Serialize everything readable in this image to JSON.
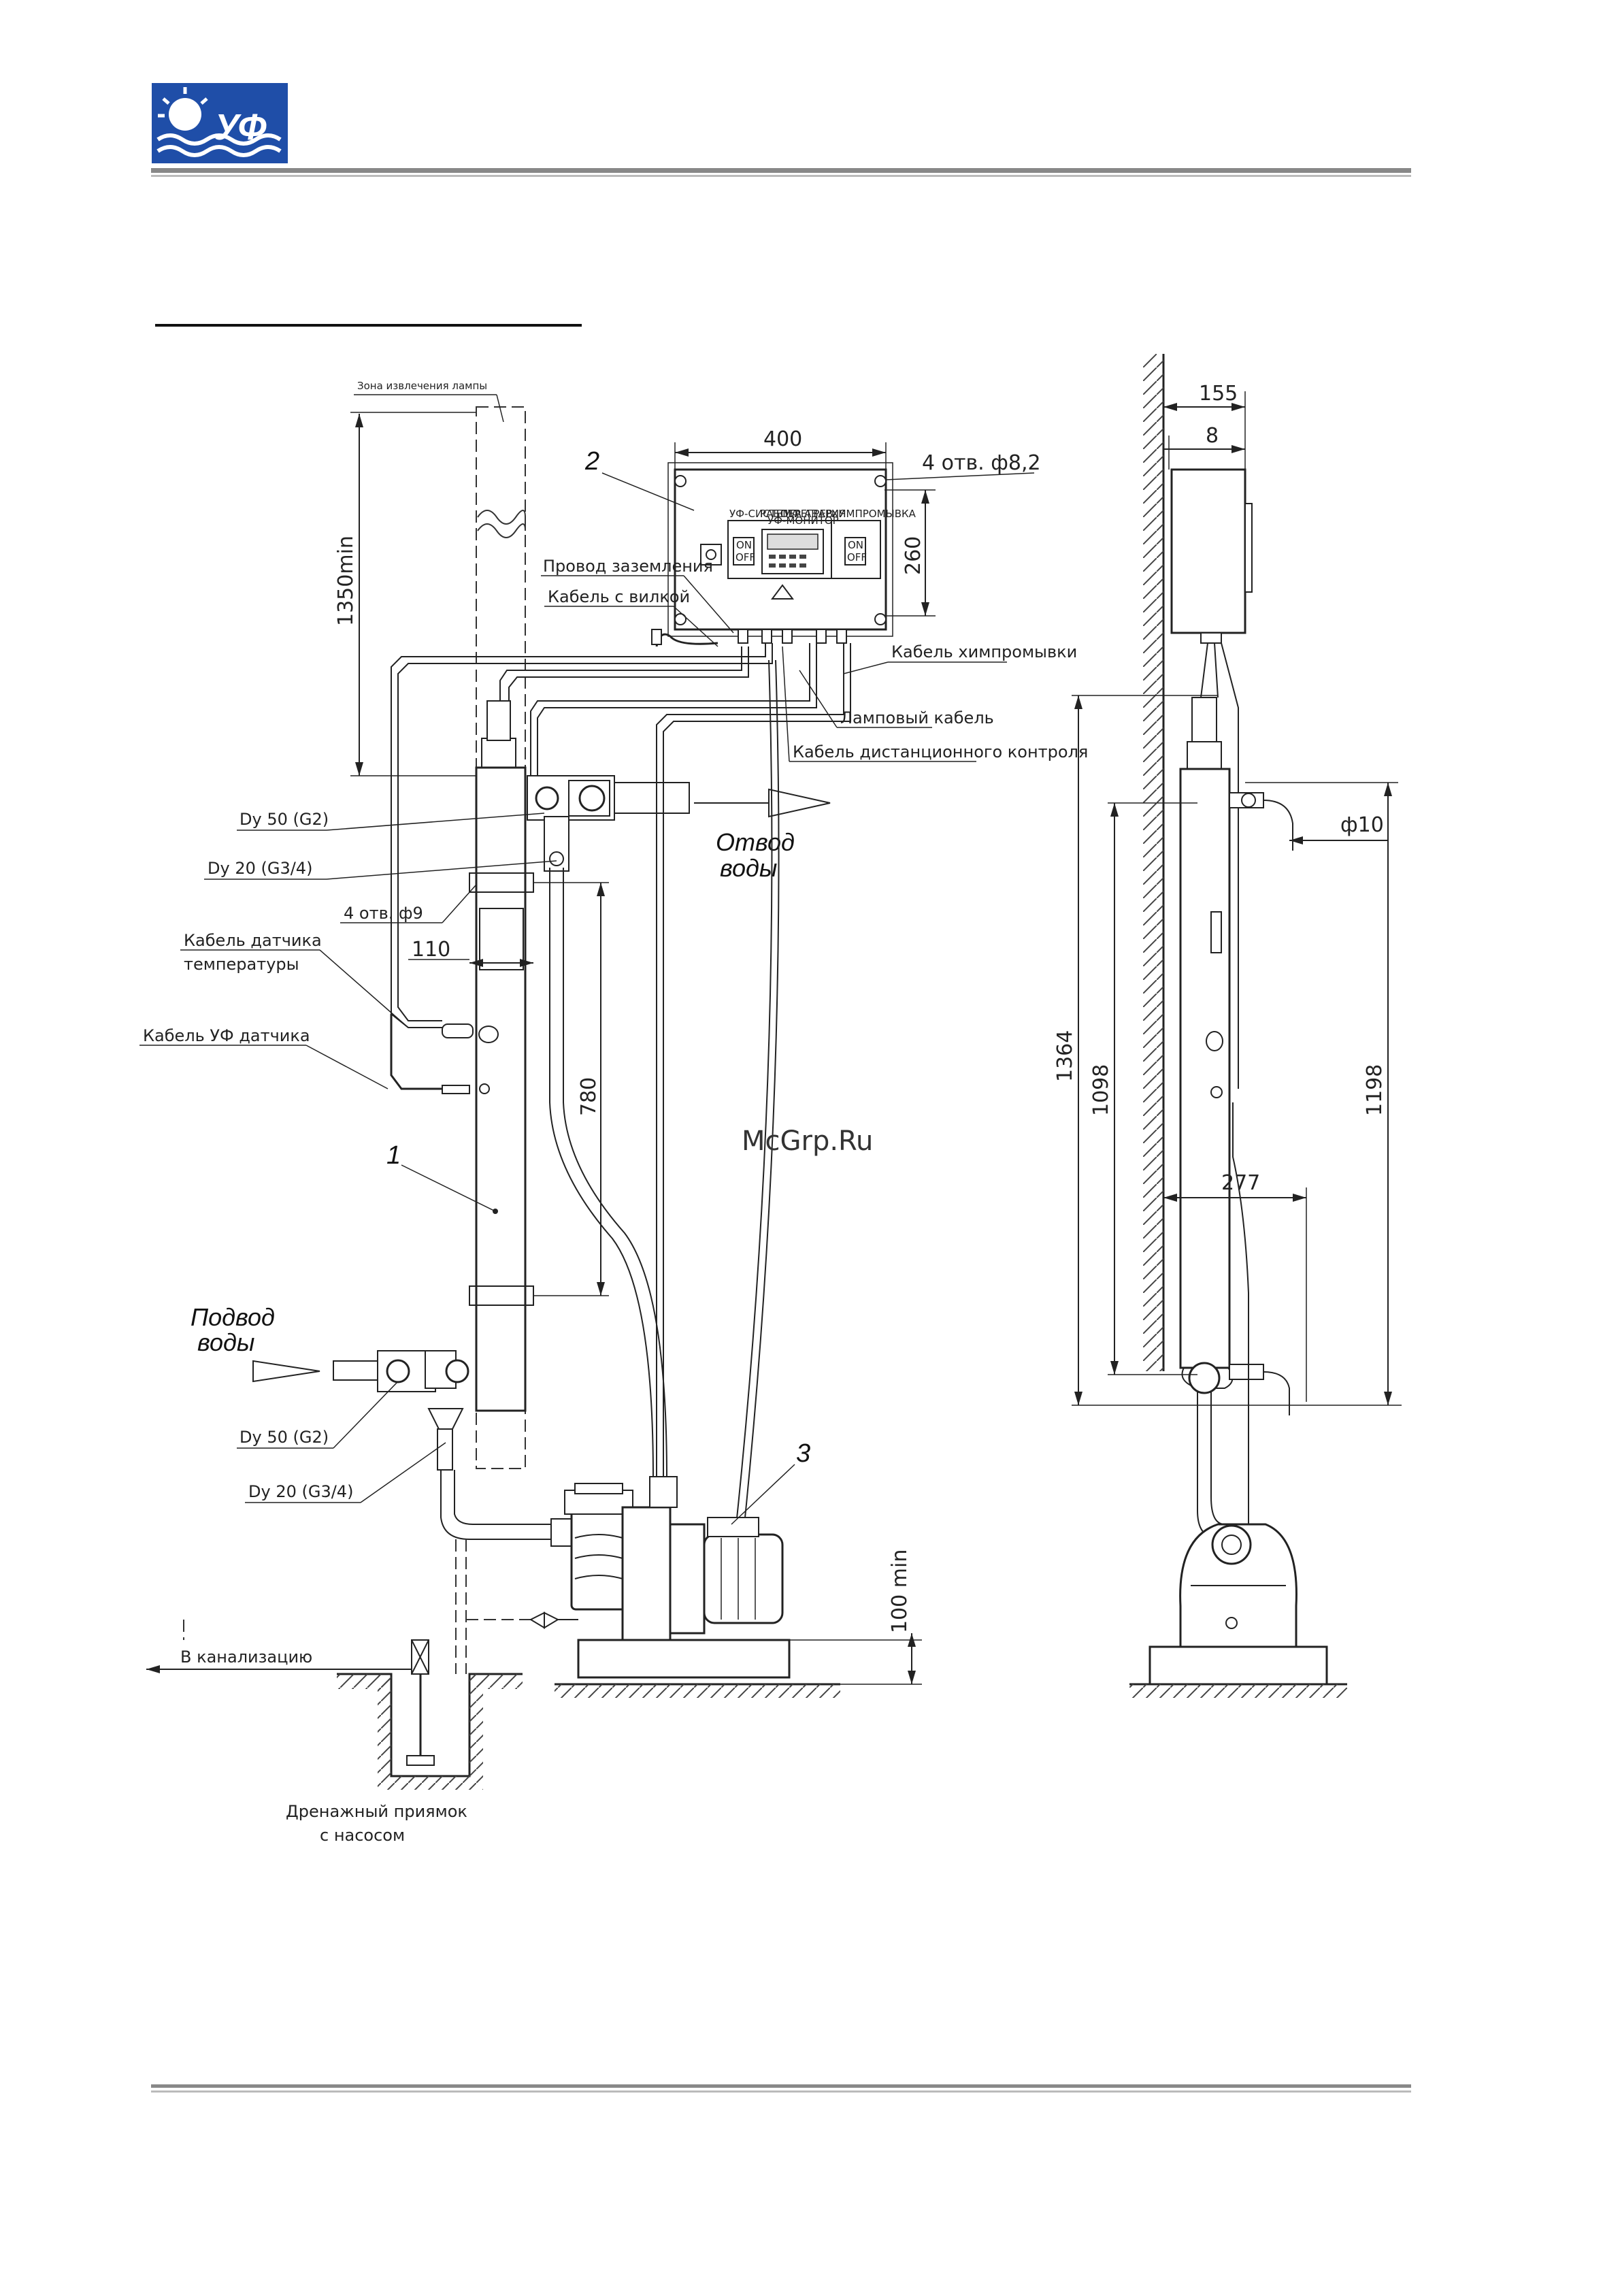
{
  "logo": {
    "text": "УФ",
    "colors": {
      "bg": "#1f4ea8",
      "sun": "#ffffff"
    }
  },
  "watermark": "McGrp.Ru",
  "labels": {
    "lamp_zone": "Зона извлечения лампы",
    "ground_wire": "Провод заземления",
    "plug_cable": "Кабель с вилкой",
    "chem_cable": "Кабель химпромывки",
    "lamp_cable": "Ламповый кабель",
    "remote_cable": "Кабель дистанционного контроля",
    "dy50_top": "Dy 50 (G2)",
    "dy20_top": "Dy 20 (G3/4)",
    "holes_bottom": "4 отв. ф9",
    "temp_cable_1": "Кабель датчика",
    "temp_cable_2": "температуры",
    "uv_cable": "Кабель УФ датчика",
    "dy50_bot": "Dy 50 (G2)",
    "dy20_bot": "Dy 20 (G3/4)",
    "sewer": "В канализацию",
    "drain_1": "Дренажный приямок",
    "drain_2": "с насосом",
    "outlet_1": "Отвод",
    "outlet_2": "воды",
    "inlet_1": "Подвод",
    "inlet_2": "воды",
    "holes_top": "4 отв. ф8,2",
    "item1": "1",
    "item2": "2",
    "item3": "3"
  },
  "dims": {
    "w400": "400",
    "h260": "260",
    "l1350": "1350min",
    "w110": "110",
    "l780": "780",
    "l100": "100 min",
    "w155": "155",
    "w8": "8",
    "d10": "ф10",
    "l1364": "1364",
    "l1098": "1098",
    "l1198": "1198",
    "w277": "277"
  },
  "panel": {
    "ind1": "УФ-СИСТЕМА",
    "ind2": "РАБОТА",
    "ind3": "ПЕРЕГРЕВ",
    "ind4": "АВАРИЯ",
    "ind5": "УФ-МОНИТОР",
    "ind6": "ХИМПРОМЫВКА",
    "on": "ON",
    "off": "OFF"
  }
}
